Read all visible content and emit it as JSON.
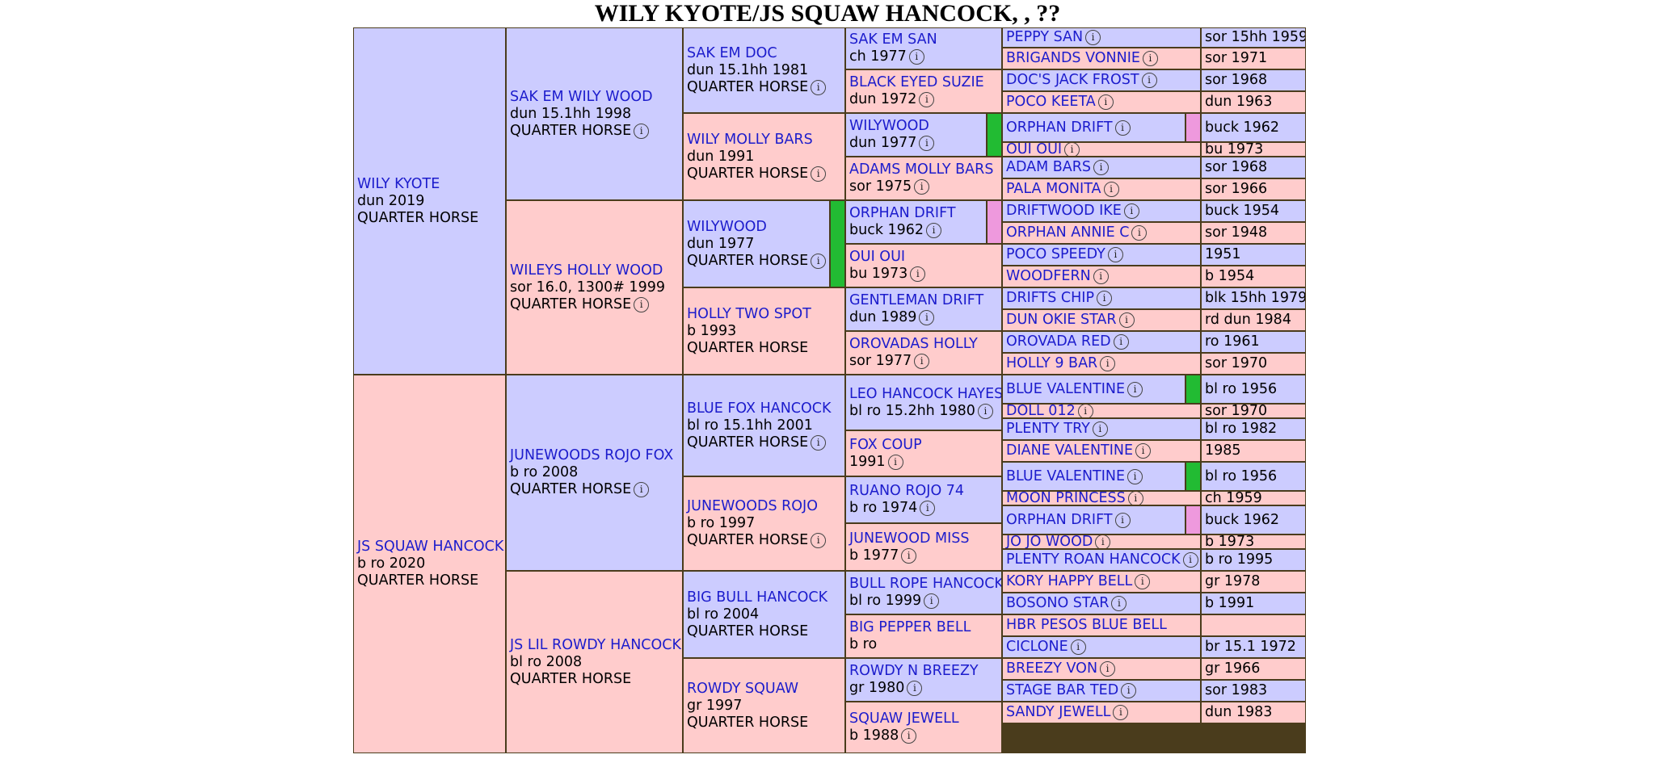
{
  "title": "WILY KYOTE/JS SQUAW HANCOCK, , ??",
  "info_glyph": "i",
  "colors": {
    "male_bg": "#ccccff",
    "female_bg": "#ffcccc",
    "border": "#4a3c1c",
    "name_link": "#1c1ccc",
    "inbreeding_green": "#22bb33",
    "inbreeding_pink": "#ee99dd"
  },
  "g1": [
    {
      "name": "WILY KYOTE",
      "line1": "dun 2019",
      "line2": "QUARTER HORSE",
      "info": false
    },
    {
      "name": "JS SQUAW HANCOCK",
      "line1": "b ro 2020",
      "line2": "QUARTER HORSE",
      "info": false
    }
  ],
  "g2": [
    {
      "name": "SAK EM WILY WOOD",
      "line1": "dun 15.1hh 1998",
      "line2": "QUARTER HORSE",
      "info": true
    },
    {
      "name": "WILEYS HOLLY WOOD",
      "line1": "sor 16.0, 1300# 1999",
      "line2": "QUARTER HORSE",
      "info": true
    },
    {
      "name": "JUNEWOODS ROJO FOX",
      "line1": "b ro 2008",
      "line2": "QUARTER HORSE",
      "info": true
    },
    {
      "name": "JS LIL ROWDY HANCOCK",
      "line1": "bl ro 2008",
      "line2": "QUARTER HORSE",
      "info": false
    }
  ],
  "g3": [
    {
      "name": "SAK EM DOC",
      "line1": "dun 15.1hh 1981",
      "line2": "QUARTER HORSE",
      "info": true
    },
    {
      "name": "WILY MOLLY BARS",
      "line1": "dun 1991",
      "line2": "QUARTER HORSE",
      "info": true
    },
    {
      "name": "WILYWOOD",
      "line1": "dun 1977",
      "line2": "QUARTER HORSE",
      "info": true
    },
    {
      "name": "HOLLY TWO SPOT",
      "line1": "b 1993",
      "line2": "QUARTER HORSE",
      "info": false
    },
    {
      "name": "BLUE FOX HANCOCK",
      "line1": "bl ro 15.1hh 2001",
      "line2": "QUARTER HORSE",
      "info": true
    },
    {
      "name": "JUNEWOODS ROJO",
      "line1": "b ro 1997",
      "line2": "QUARTER HORSE",
      "info": true
    },
    {
      "name": "BIG BULL HANCOCK",
      "line1": "bl ro 2004",
      "line2": "QUARTER HORSE",
      "info": false
    },
    {
      "name": "ROWDY SQUAW",
      "line1": "gr 1997",
      "line2": "QUARTER HORSE",
      "info": false
    }
  ],
  "g4": [
    {
      "name": "SAK EM SAN",
      "line1": "ch 1977",
      "info": true
    },
    {
      "name": "BLACK EYED SUZIE",
      "line1": "dun 1972",
      "info": true
    },
    {
      "name": "WILYWOOD",
      "line1": "dun 1977",
      "info": true
    },
    {
      "name": "ADAMS MOLLY BARS",
      "line1": "sor 1975",
      "info": true
    },
    {
      "name": "ORPHAN DRIFT",
      "line1": "buck 1962",
      "info": true
    },
    {
      "name": "OUI OUI",
      "line1": "bu 1973",
      "info": true
    },
    {
      "name": "GENTLEMAN DRIFT",
      "line1": "dun 1989",
      "info": true
    },
    {
      "name": "OROVADAS HOLLY",
      "line1": "sor 1977",
      "info": true
    },
    {
      "name": "LEO HANCOCK HAYES",
      "line1": "bl ro 15.2hh 1980",
      "info": true
    },
    {
      "name": "FOX COUP",
      "line1": "1991",
      "info": true
    },
    {
      "name": "RUANO ROJO 74",
      "line1": "b ro 1974",
      "info": true
    },
    {
      "name": "JUNEWOOD MISS",
      "line1": "b 1977",
      "info": true
    },
    {
      "name": "BULL ROPE HANCOCK",
      "line1": "bl ro 1999",
      "info": true
    },
    {
      "name": "BIG PEPPER BELL",
      "line1": "b ro",
      "info": false
    },
    {
      "name": "ROWDY N BREEZY",
      "line1": "gr 1980",
      "info": true
    },
    {
      "name": "SQUAW JEWELL",
      "line1": "b 1988",
      "info": true
    }
  ],
  "g5": [
    {
      "name": "PEPPY SAN",
      "info": true,
      "detail": "sor 15hh 1959"
    },
    {
      "name": "BRIGANDS VONNIE",
      "info": true,
      "detail": "sor 1971"
    },
    {
      "name": "DOC'S JACK FROST",
      "info": true,
      "detail": "sor 1968"
    },
    {
      "name": "POCO KEETA",
      "info": true,
      "detail": "dun 1963"
    },
    {
      "name": "ORPHAN DRIFT",
      "info": true,
      "detail": "buck 1962"
    },
    {
      "name": "OUI OUI",
      "info": true,
      "detail": "bu 1973"
    },
    {
      "name": "ADAM BARS",
      "info": true,
      "detail": "sor 1968"
    },
    {
      "name": "PALA MONITA",
      "info": true,
      "detail": "sor 1966"
    },
    {
      "name": "DRIFTWOOD IKE",
      "info": true,
      "detail": "buck 1954"
    },
    {
      "name": "ORPHAN ANNIE C",
      "info": true,
      "detail": "sor 1948"
    },
    {
      "name": "POCO SPEEDY",
      "info": true,
      "detail": "1951"
    },
    {
      "name": "WOODFERN",
      "info": true,
      "detail": "b 1954"
    },
    {
      "name": "DRIFTS CHIP",
      "info": true,
      "detail": "blk 15hh 1979"
    },
    {
      "name": "DUN OKIE STAR",
      "info": true,
      "detail": "rd dun 1984"
    },
    {
      "name": "OROVADA RED",
      "info": true,
      "detail": "ro 1961"
    },
    {
      "name": "HOLLY 9 BAR",
      "info": true,
      "detail": "sor 1970"
    },
    {
      "name": "BLUE VALENTINE",
      "info": true,
      "detail": "bl ro 1956"
    },
    {
      "name": "DOLL 012",
      "info": true,
      "detail": "sor 1970"
    },
    {
      "name": "PLENTY TRY",
      "info": true,
      "detail": "bl ro 1982"
    },
    {
      "name": "DIANE VALENTINE",
      "info": true,
      "detail": "1985"
    },
    {
      "name": "BLUE VALENTINE",
      "info": true,
      "detail": "bl ro 1956"
    },
    {
      "name": "MOON PRINCESS",
      "info": true,
      "detail": "ch 1959"
    },
    {
      "name": "ORPHAN DRIFT",
      "info": true,
      "detail": "buck 1962"
    },
    {
      "name": "JO JO WOOD",
      "info": true,
      "detail": "b 1973"
    },
    {
      "name": "PLENTY ROAN HANCOCK",
      "info": true,
      "detail": "b ro 1995"
    },
    {
      "name": "KORY HAPPY BELL",
      "info": true,
      "detail": "gr 1978"
    },
    {
      "name": "BOSONO STAR",
      "info": true,
      "detail": "b 1991"
    },
    {
      "name": "HBR PESOS BLUE BELL",
      "info": false,
      "detail": ""
    },
    {
      "name": "CICLONE",
      "info": true,
      "detail": "br 15.1 1972"
    },
    {
      "name": "BREEZY VON",
      "info": true,
      "detail": "gr 1966"
    },
    {
      "name": "STAGE BAR TED",
      "info": true,
      "detail": "sor 1983"
    },
    {
      "name": "SANDY JEWELL",
      "info": true,
      "detail": "dun 1983"
    }
  ]
}
